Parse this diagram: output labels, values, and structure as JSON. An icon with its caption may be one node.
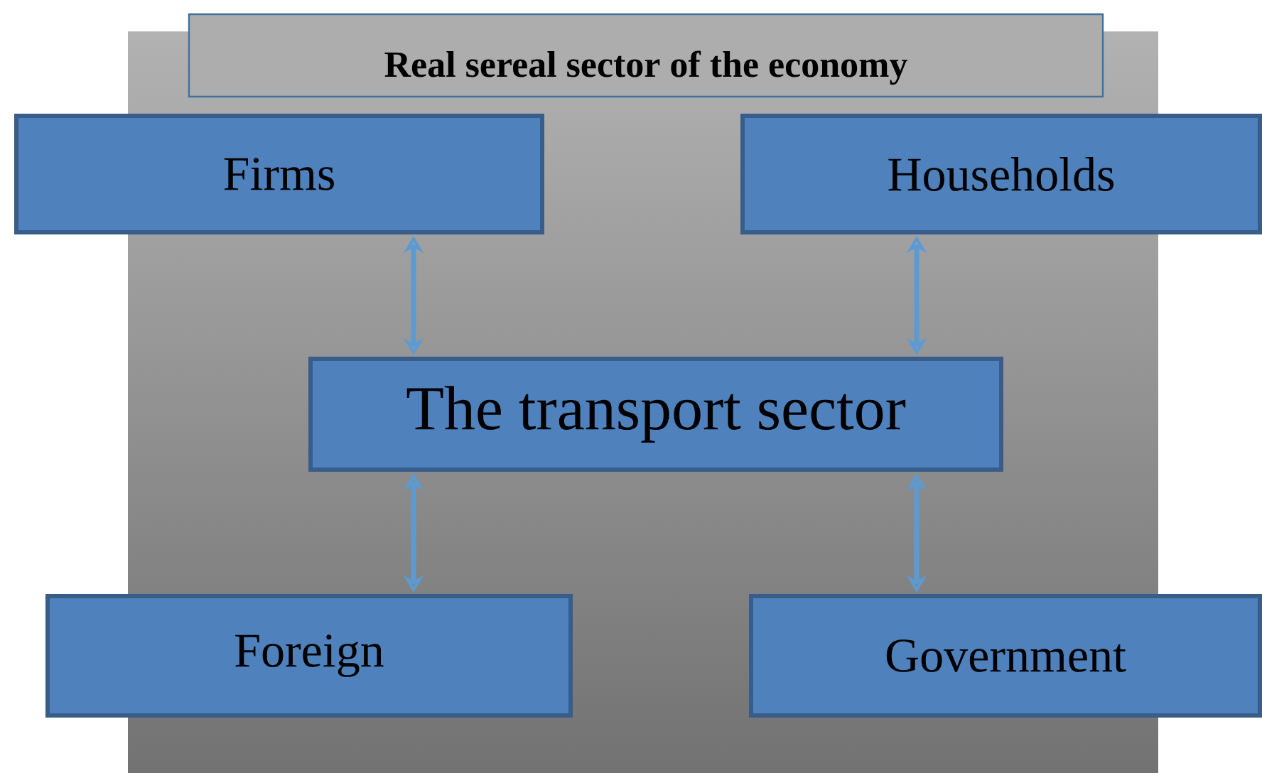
{
  "diagram": {
    "title": "Real sereal sector of the economy",
    "nodes": [
      {
        "text": [
          "Firms"
        ]
      },
      {
        "text": [
          "Households"
        ]
      },
      {
        "text": [
          "The transport sector"
        ]
      },
      {
        "text": [
          "Foreign"
        ]
      },
      {
        "text": [
          "Government"
        ]
      }
    ],
    "edges": [
      {
        "from": 0,
        "to": 2,
        "arrow": "both"
      },
      {
        "from": 1,
        "to": 2,
        "arrow": "both"
      },
      {
        "from": 2,
        "to": 3,
        "arrow": "both"
      },
      {
        "from": 2,
        "to": 4,
        "arrow": "both"
      }
    ]
  }
}
